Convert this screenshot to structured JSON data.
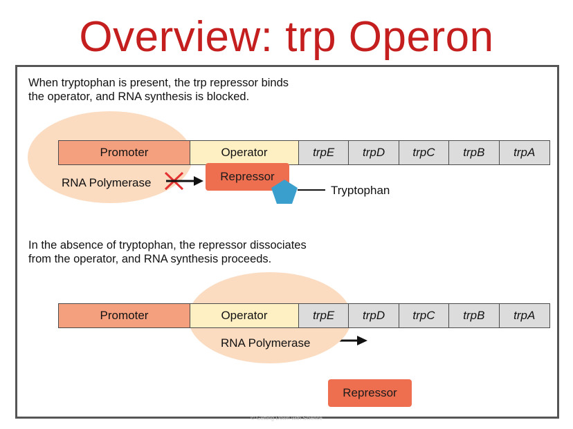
{
  "slide": {
    "title": "Overview: trp Operon",
    "watermark": "© Getting Down with Science"
  },
  "panel_present": {
    "caption_line1": "When tryptophan is present, the trp repressor binds",
    "caption_line2": "the operator, and RNA synthesis is blocked.",
    "segments": [
      "Promoter",
      "Operator",
      "trpE",
      "trpD",
      "trpC",
      "trpB",
      "trpA"
    ],
    "polymerase_label": "RNA Polymerase",
    "repressor_label": "Repressor",
    "tryptophan_label": "Tryptophan"
  },
  "panel_absent": {
    "caption_line1": "In the absence of tryptophan, the repressor dissociates",
    "caption_line2": "from the operator, and RNA synthesis proceeds.",
    "segments": [
      "Promoter",
      "Operator",
      "trpE",
      "trpD",
      "trpC",
      "trpB",
      "trpA"
    ],
    "polymerase_label": "RNA Polymerase",
    "repressor_label": "Repressor"
  },
  "colors": {
    "title": "#c41e1e",
    "promoter": "#f4a07f",
    "operator": "#fff0c4",
    "gene": "#dcdcdc",
    "polymerase": "#fbdcc1",
    "repressor": "#ee6f50",
    "tryptophan": "#3a9fcc",
    "block_mark": "#e33030"
  }
}
